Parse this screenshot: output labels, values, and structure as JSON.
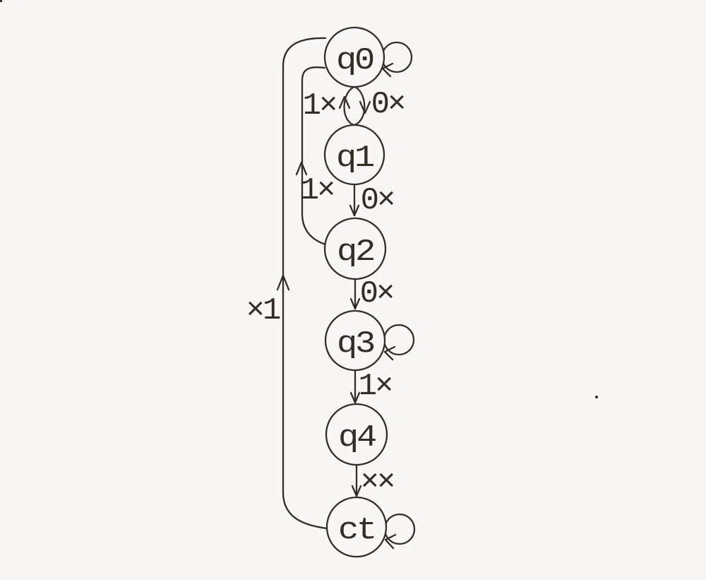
{
  "diagram": {
    "type": "finite-state-machine",
    "background_color": "#f8f7f5",
    "ink_color": "#342c25",
    "states": [
      {
        "id": "q0",
        "label": "q0",
        "self_loop": true
      },
      {
        "id": "q1",
        "label": "q1",
        "self_loop": false
      },
      {
        "id": "q2",
        "label": "q2",
        "self_loop": false
      },
      {
        "id": "q3",
        "label": "q3",
        "self_loop": true
      },
      {
        "id": "q4",
        "label": "q4",
        "self_loop": false
      },
      {
        "id": "ct",
        "label": "ct",
        "self_loop": true
      }
    ],
    "transitions": [
      {
        "from": "q0",
        "to": "q0",
        "label": ""
      },
      {
        "from": "q0",
        "to": "q1",
        "label": "0×"
      },
      {
        "from": "q1",
        "to": "q0",
        "label": "1×"
      },
      {
        "from": "q1",
        "to": "q2",
        "label": "0×"
      },
      {
        "from": "q2",
        "to": "q0",
        "label": "1×"
      },
      {
        "from": "q2",
        "to": "q3",
        "label": "0×"
      },
      {
        "from": "q3",
        "to": "q3",
        "label": ""
      },
      {
        "from": "q3",
        "to": "q4",
        "label": "1×"
      },
      {
        "from": "q4",
        "to": "ct",
        "label": "××"
      },
      {
        "from": "ct",
        "to": "ct",
        "label": ""
      },
      {
        "from": "ct",
        "to": "q0",
        "label": "×1"
      }
    ]
  }
}
